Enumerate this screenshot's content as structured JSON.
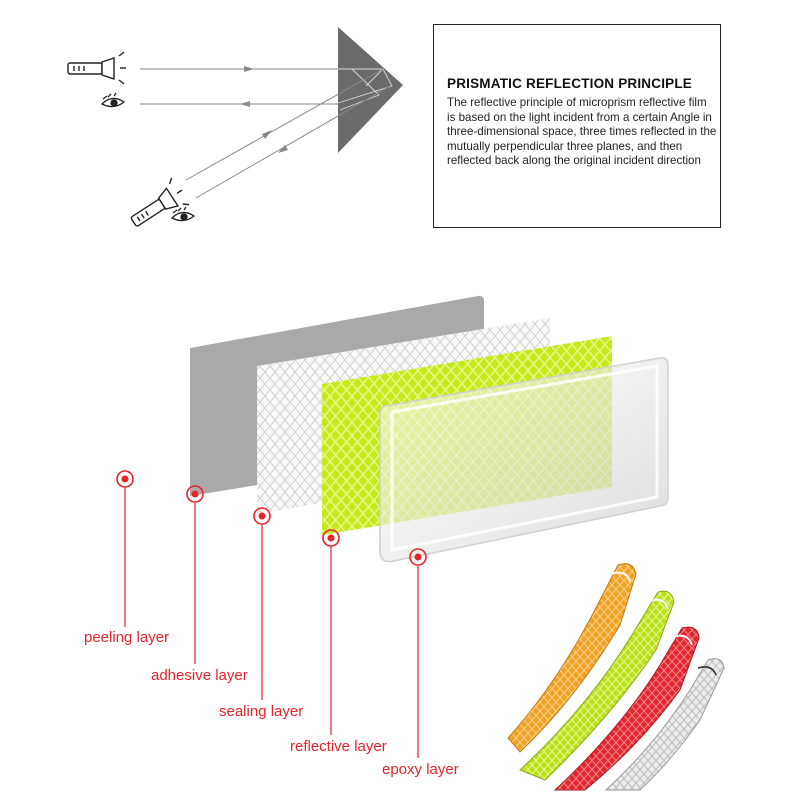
{
  "principle": {
    "title": "PRISMATIC REFLECTION PRINCIPLE",
    "body": "The reflective principle of microprism reflective film is based on the light incident from a certain Angle in three-dimensional space, three times reflected in the mutually perpendicular three planes, and then reflected back along the original incident direction"
  },
  "layers": [
    {
      "id": "peeling",
      "label": "peeling layer"
    },
    {
      "id": "adhesive",
      "label": "adhesive layer"
    },
    {
      "id": "sealing",
      "label": "sealing layer"
    },
    {
      "id": "reflective",
      "label": "reflective layer"
    },
    {
      "id": "epoxy",
      "label": "epoxy layer"
    }
  ],
  "colors": {
    "annotation_red": "#e8232a",
    "prism_gray": "#6b6b6b",
    "peeling_gray": "#a9a9a9",
    "reflective_green": "#c4ea1c",
    "strip_orange": "#f0a126",
    "strip_green": "#b9e01d",
    "strip_red": "#e2262d",
    "strip_white": "#e4e4e4"
  },
  "icons": [
    "flashlight-icon",
    "eye-icon",
    "prism-icon",
    "target-icon"
  ]
}
